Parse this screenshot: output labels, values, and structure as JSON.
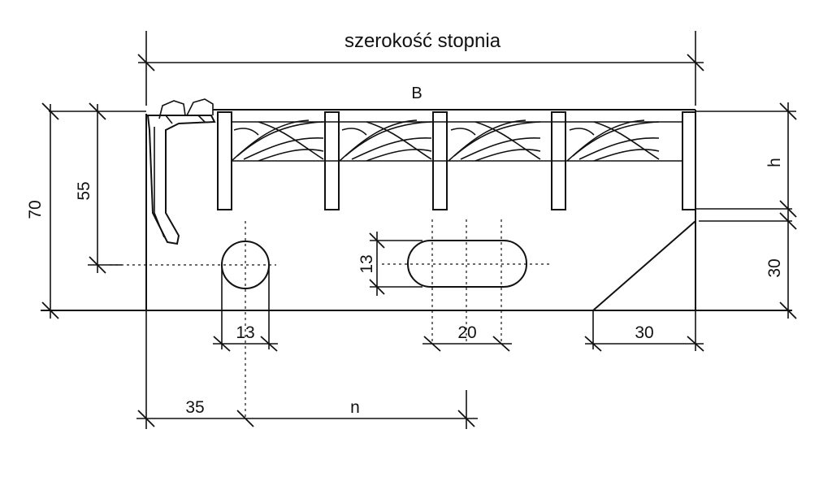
{
  "labels": {
    "title": "szerokość stopnia",
    "B": "B",
    "h": "h",
    "height_70": "70",
    "height_55": "55",
    "height_30": "30",
    "hole_13_v": "13",
    "hole_13_h": "13",
    "slot_20": "20",
    "chamfer_30": "30",
    "offset_35": "35",
    "pitch_n": "n"
  }
}
